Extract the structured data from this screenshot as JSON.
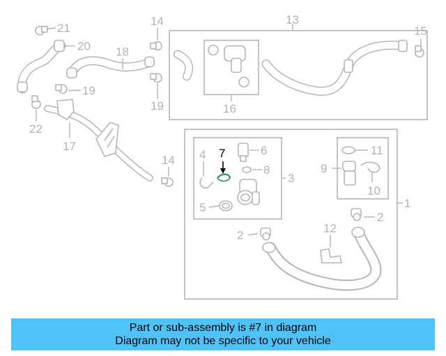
{
  "callouts": {
    "n1": "1",
    "n2a": "2",
    "n2b": "2",
    "n3": "3",
    "n4": "4",
    "n5": "5",
    "n6": "6",
    "n7": "7",
    "n8": "8",
    "n9": "9",
    "n10": "10",
    "n11": "11",
    "n12": "12",
    "n13": "13",
    "n14a": "14",
    "n14b": "14",
    "n15": "15",
    "n16": "16",
    "n17": "17",
    "n18": "18",
    "n19a": "19",
    "n19b": "19",
    "n20": "20",
    "n21": "21",
    "n22": "22"
  },
  "highlight": {
    "number": "7",
    "color": "#000000",
    "part_color": "#2e8b7a"
  },
  "colors": {
    "diagram_lines": "#b5b5b5",
    "banner_background": "#4fc3f7"
  },
  "banner": {
    "line1": "Part or sub-assembly is #7 in diagram",
    "line2": "Diagram may not be specific to your vehicle"
  }
}
